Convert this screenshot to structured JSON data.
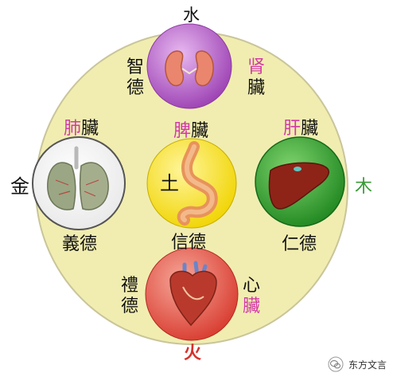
{
  "elements": {
    "water": "水",
    "fire": "火",
    "metal": "金",
    "wood": "木",
    "earth": "土"
  },
  "organs": {
    "kidney": {
      "prefix": "肾",
      "suffix": "臟"
    },
    "liver": {
      "prefix": "肝",
      "suffix": "臟"
    },
    "lung": {
      "prefix": "肺",
      "suffix": "臟"
    },
    "spleen": {
      "prefix": "脾",
      "suffix": "臟"
    },
    "heart": {
      "prefix": "心",
      "suffix": "臟"
    }
  },
  "virtues": {
    "wisdom": "智德",
    "benevolence": "仁德",
    "righteousness": "義德",
    "faith": "信德",
    "propriety": "禮德"
  },
  "colors": {
    "ring": "#f1edb0",
    "ring_border": "#c9c59a",
    "kidney_bg": "#b25ac4",
    "liver_bg": "#2fa12f",
    "lung_bg": "#f4f4f4",
    "spleen_bg": "#f5e40e",
    "heart_bg": "#e84b3b",
    "highlight": "#d23aa8",
    "fire_text": "#d8302a",
    "wood_text": "#3a9a37"
  },
  "icons": [
    "kidney-icon",
    "liver-icon",
    "lung-icon",
    "stomach-icon",
    "heart-icon",
    "wechat-icon"
  ],
  "watermark": "东方文言"
}
